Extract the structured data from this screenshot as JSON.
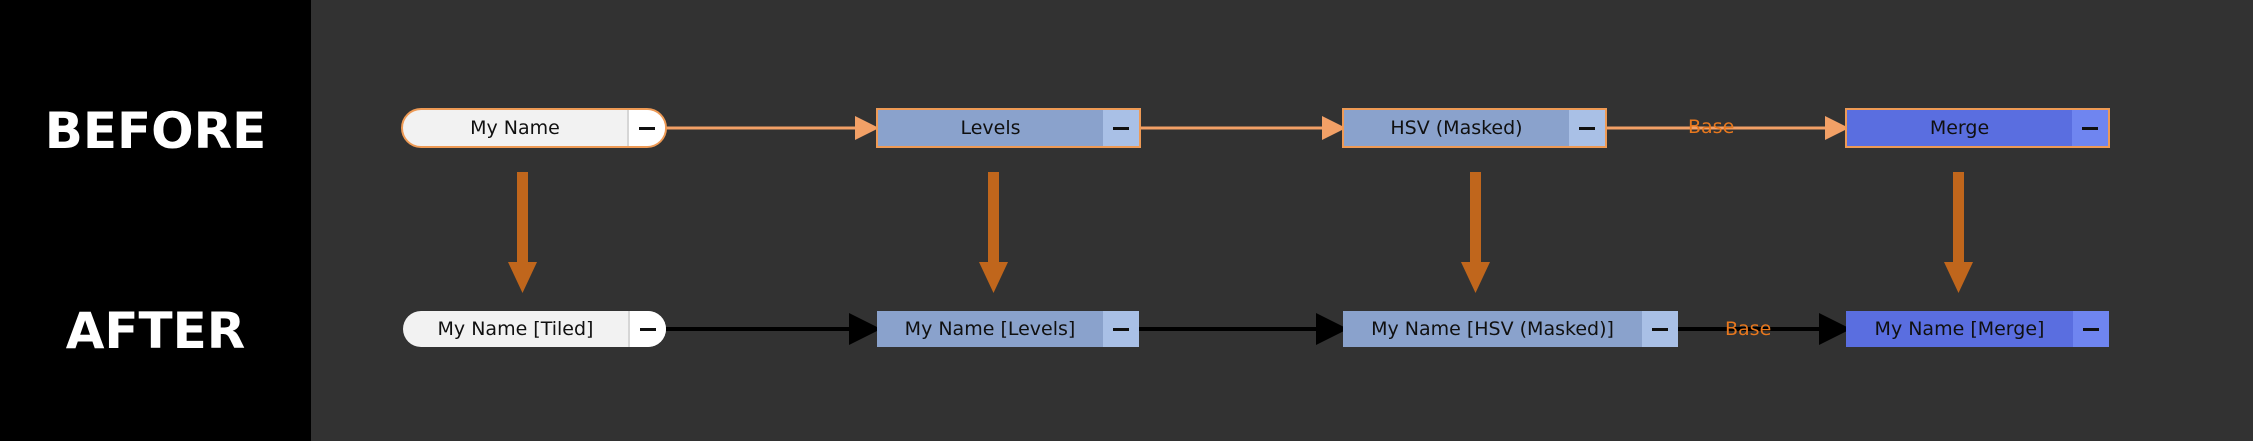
{
  "colors": {
    "background": "#323232",
    "sidebar": "#000000",
    "selection_outline": "#ee9a55",
    "before_wire": "#f2a066",
    "after_wire": "#000000",
    "transform_arrow": "#c0661c",
    "edge_label": "#e8781e",
    "node_pill": "#f2f2f2",
    "node_filter": "#8aa2cc",
    "node_merge": "#5a6ee0"
  },
  "rows": {
    "before": "BEFORE",
    "after": "AFTER"
  },
  "before": {
    "nodes": [
      "My Name",
      "Levels",
      "HSV (Masked)",
      "Merge"
    ],
    "edge_label": "Base"
  },
  "after": {
    "nodes": [
      "My Name [Tiled]",
      "My Name [Levels]",
      "My Name [HSV (Masked)]",
      "My Name [Merge]"
    ],
    "edge_label": "Base"
  },
  "node_button_icon": "minus-icon"
}
